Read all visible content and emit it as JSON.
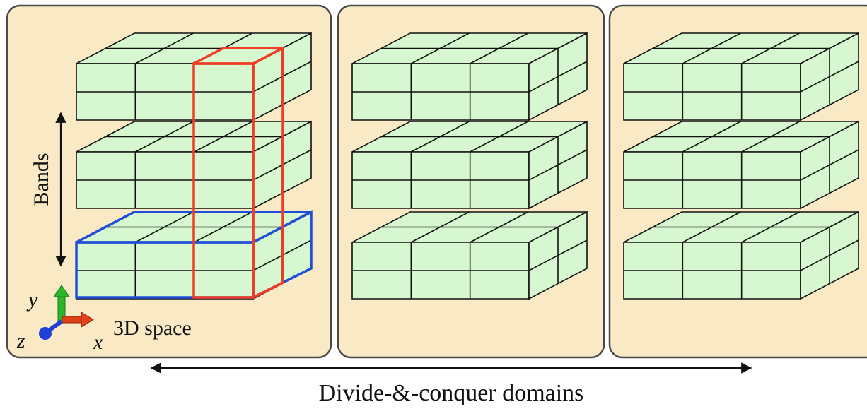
{
  "diagram": {
    "axis_label_y": "Bands",
    "space_label": "3D space",
    "bottom_label": "Divide-&-conquer domains",
    "axes": {
      "y": "y",
      "x": "x",
      "z": "z"
    },
    "colors": {
      "panel_fill": "#f9e9c5",
      "cube_fill": "#d6f7cf",
      "band_highlight": "#1f4fd6",
      "column_highlight": "#f03c24",
      "axis_y": "#2bb52b",
      "axis_x": "#e0401a",
      "axis_z": "#1f3fd6"
    },
    "domains_count": 3,
    "bands_per_domain": 3,
    "icons": [
      "arrow-up-down-icon",
      "axes-icon",
      "arrow-left-right-icon"
    ]
  }
}
